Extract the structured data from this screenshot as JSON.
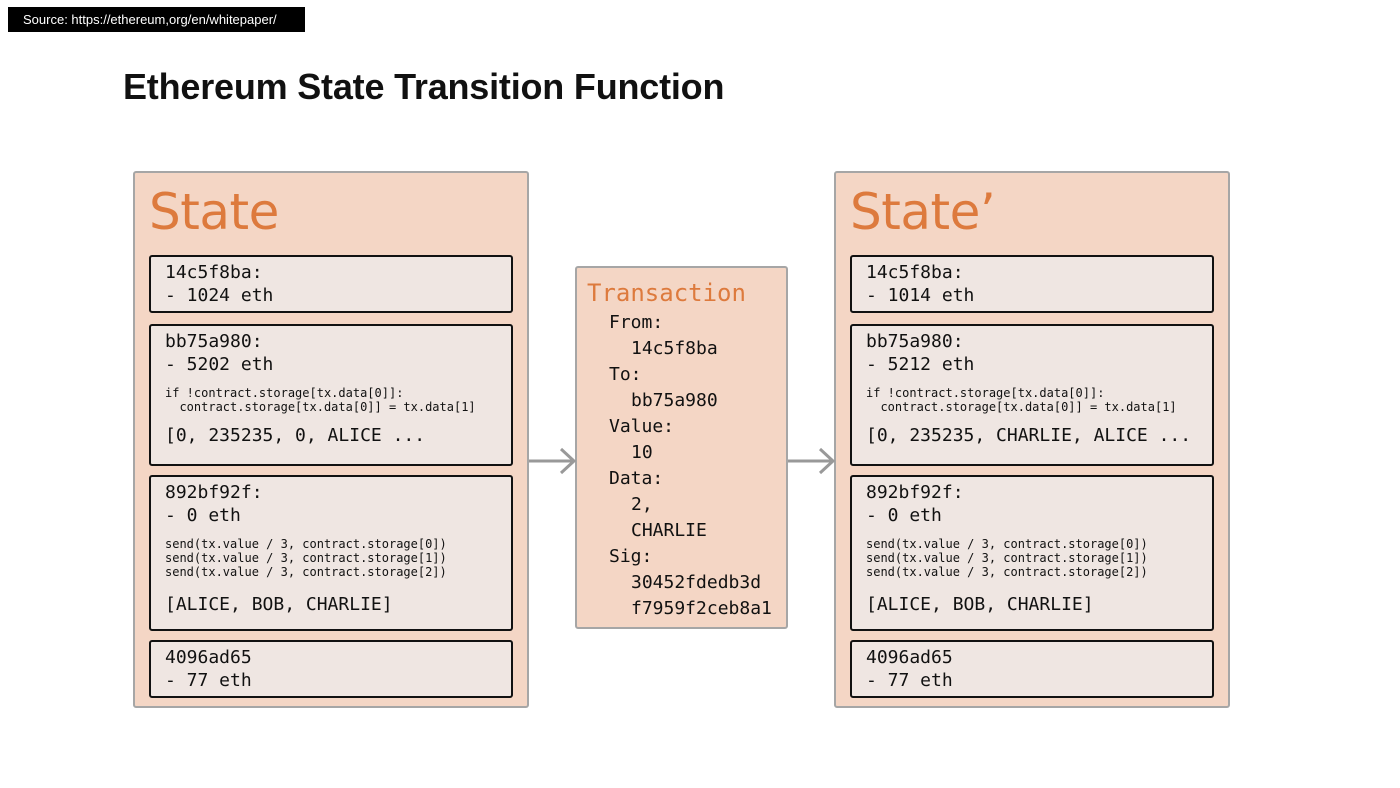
{
  "source_label": "Source: https://ethereum,org/en/whitepaper/",
  "title": "Ethereum State Transition Function",
  "state_before": {
    "label": "State",
    "accounts": [
      {
        "address": "14c5f8ba:",
        "balance": "- 1024 eth"
      },
      {
        "address": "bb75a980:",
        "balance": "- 5202 eth",
        "code": [
          "if !contract.storage[tx.data[0]]:",
          "  contract.storage[tx.data[0]] = tx.data[1]"
        ],
        "storage": "[0, 235235, 0, ALICE ..."
      },
      {
        "address": "892bf92f:",
        "balance": "- 0 eth",
        "code": [
          "send(tx.value / 3, contract.storage[0])",
          "send(tx.value / 3, contract.storage[1])",
          "send(tx.value / 3, contract.storage[2])"
        ],
        "storage": "[ALICE, BOB, CHARLIE]"
      },
      {
        "address": "4096ad65",
        "balance": "- 77 eth"
      }
    ]
  },
  "transaction": {
    "label": "Transaction",
    "from_label": "From:",
    "from_value": "14c5f8ba",
    "to_label": "To:",
    "to_value": "bb75a980",
    "value_label": "Value:",
    "value_value": "10",
    "data_label": "Data:",
    "data_values": [
      "2,",
      "CHARLIE"
    ],
    "sig_label": "Sig:",
    "sig_values": [
      "30452fdedb3d",
      "f7959f2ceb8a1"
    ]
  },
  "state_after": {
    "label": "State’",
    "accounts": [
      {
        "address": "14c5f8ba:",
        "balance": "- 1014 eth"
      },
      {
        "address": "bb75a980:",
        "balance": "- 5212 eth",
        "code": [
          "if !contract.storage[tx.data[0]]:",
          "  contract.storage[tx.data[0]] = tx.data[1]"
        ],
        "storage": "[0, 235235, CHARLIE, ALICE ..."
      },
      {
        "address": "892bf92f:",
        "balance": "- 0 eth",
        "code": [
          "send(tx.value / 3, contract.storage[0])",
          "send(tx.value / 3, contract.storage[1])",
          "send(tx.value / 3, contract.storage[2])"
        ],
        "storage": "[ALICE, BOB, CHARLIE]"
      },
      {
        "address": "4096ad65",
        "balance": "- 77 eth"
      }
    ]
  },
  "colors": {
    "panel_fill": "#f4d6c5",
    "accent": "#dd7a3d",
    "account_fill": "#efe6e2",
    "arrow": "#999999"
  }
}
